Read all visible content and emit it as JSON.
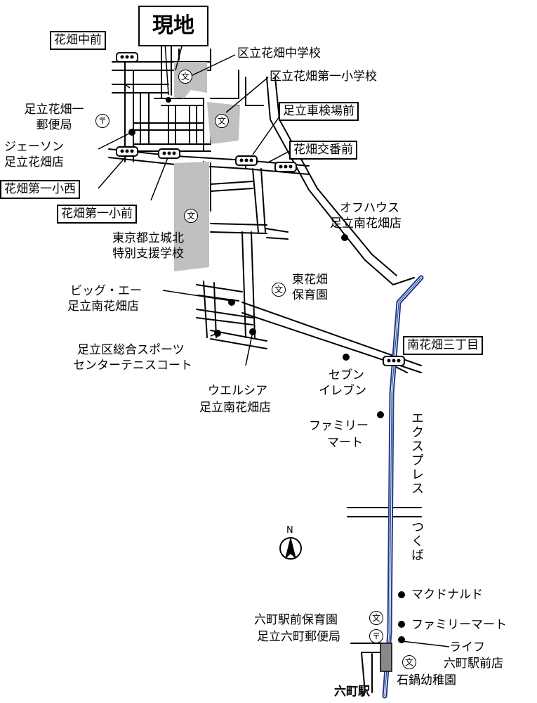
{
  "site_label": "現地",
  "compass_label": "N",
  "railway_label": "つくばエクスプレス",
  "rail_part1": "エクスプレス",
  "rail_part2": "つくば",
  "bus_stops": {
    "hanahata_chumae": "花畑中前",
    "ashidachi_shakenjomae": "足立車検場前",
    "hanahata_kobanmae": "花畑交番前",
    "hanahata_daiichi_shonishi": "花畑第一小西",
    "hanahata_daiichi_shomae": "花畑第一小前",
    "minamihanahata_3chome": "南花畑三丁目"
  },
  "schools": {
    "hanahata_junior_high": "区立花畑中学校",
    "hanahata_daiichi_elementary": "区立花畑第一小学校",
    "johoku_special_1": "東京都立城北",
    "johoku_special_2": "特別支援学校",
    "higashi_hanahata_nursery_1": "東花畑",
    "higashi_hanahata_nursery_2": "保育園",
    "rokucho_ekimae_nursery": "六町駅前保育園",
    "ishinabe_kindergarten": "石鍋幼稚園"
  },
  "places": {
    "ashidachi_hanahata_po_1": "足立花畑一",
    "ashidachi_hanahata_po_2": "郵便局",
    "jason_1": "ジェーソン",
    "jason_2": "足立花畑店",
    "off_house_1": "オフハウス",
    "off_house_2": "足立南花畑店",
    "big_a_1": "ビッグ・エー",
    "big_a_2": "足立南花畑店",
    "sports_center_1": "足立区総合スポーツ",
    "sports_center_2": "センターテニスコート",
    "welcia_1": "ウエルシア",
    "welcia_2": "足立南花畑店",
    "seven_eleven_1": "セブン",
    "seven_eleven_2": "イレブン",
    "familymart_1_a": "ファミリー",
    "familymart_1_b": "マート",
    "mcdonalds": "マクドナルド",
    "familymart_2": "ファミリーマート",
    "life_1": "ライフ",
    "life_2": "六町駅前店",
    "rokucho_po": "足立六町郵便局",
    "rokucho_station": "六町駅"
  },
  "symbols": {
    "school_icon": "文",
    "post_icon": "〒"
  },
  "colors": {
    "school_fill": "#c0c0c0",
    "rail_blue": "#1d3a8a"
  }
}
